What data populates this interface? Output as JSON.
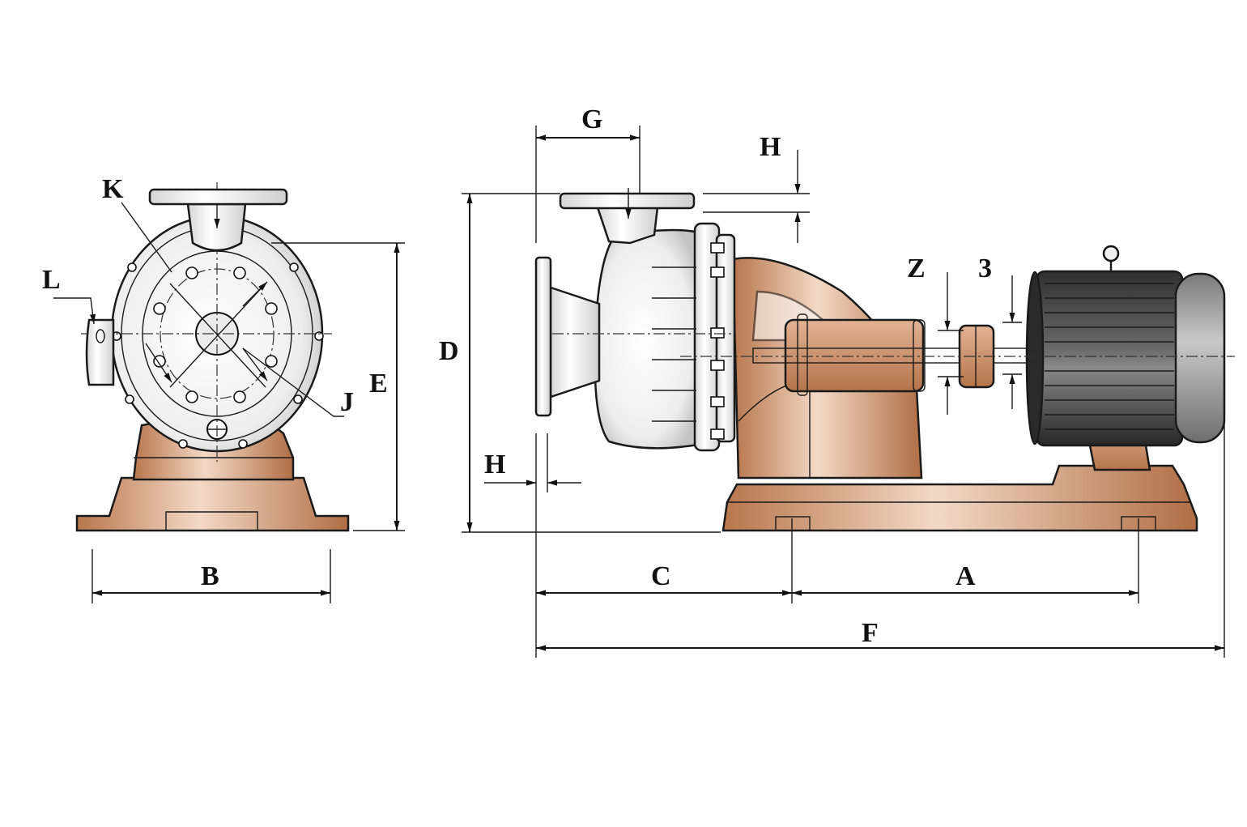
{
  "labels": {
    "K": "K",
    "L": "L",
    "J": "J",
    "E": "E",
    "B": "B",
    "G": "G",
    "H_top": "H",
    "H_bottom": "H",
    "D": "D",
    "Z": "Z",
    "three": "3",
    "C": "C",
    "A": "A",
    "F": "F"
  },
  "colors": {
    "base_copper": "#c98e66",
    "base_copper_dark": "#9a5a36",
    "pump_white": "#f2f2f2",
    "pump_shade": "#cfcfcf",
    "motor_dark": "#3b3b3b",
    "motor_cap": "#9a9a9a"
  }
}
